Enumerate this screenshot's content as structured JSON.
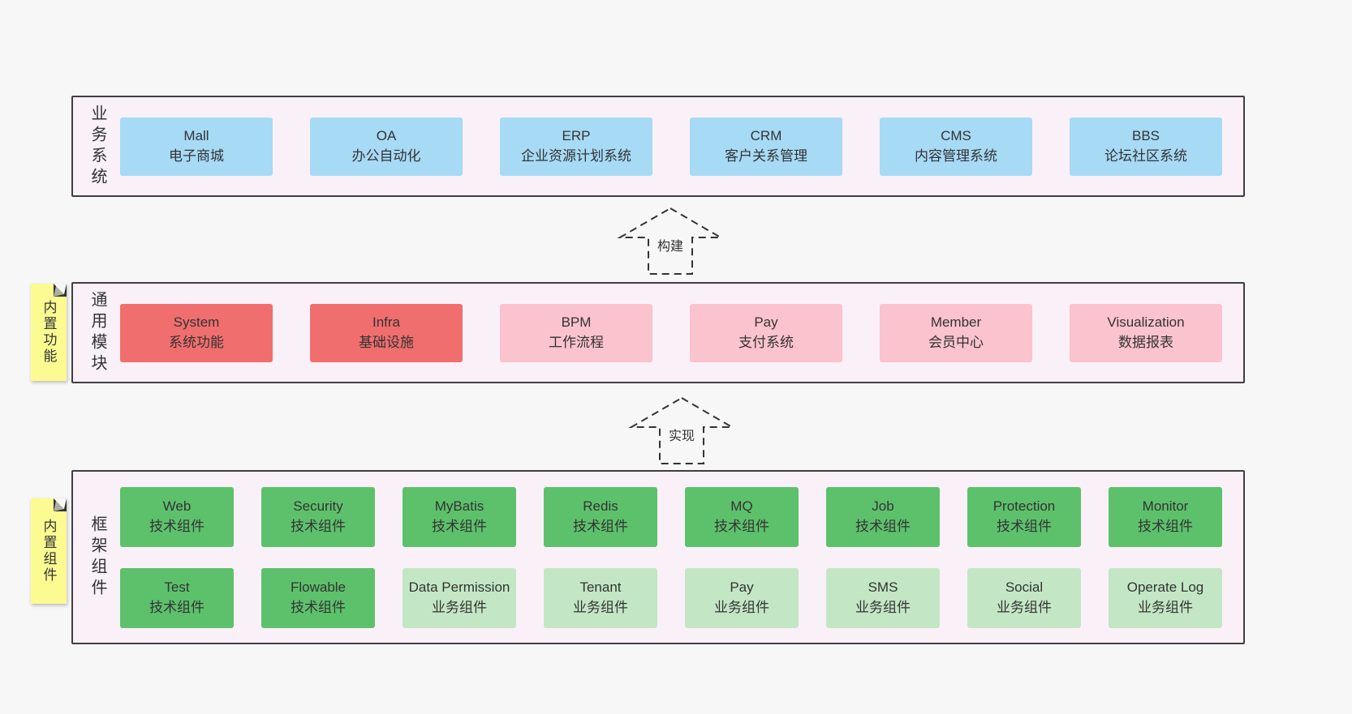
{
  "colors": {
    "page_bg": "#f7f7f7",
    "band_bg": "#faf0f8",
    "blue": "#a7daf5",
    "red": "#f16e6e",
    "pink": "#fac3cd",
    "green": "#5dc16c",
    "green_light": "#c3e7c4",
    "note_yellow": "#fbfb92"
  },
  "notes": [
    {
      "text": "内置功能"
    },
    {
      "text": "内置组件"
    }
  ],
  "arrows": [
    {
      "label": "构建"
    },
    {
      "label": "实现"
    }
  ],
  "bands": [
    {
      "label": "业务系统",
      "items": [
        {
          "name": "Mall",
          "desc": "电子商城"
        },
        {
          "name": "OA",
          "desc": "办公自动化"
        },
        {
          "name": "ERP",
          "desc": "企业资源计划系统"
        },
        {
          "name": "CRM",
          "desc": "客户关系管理"
        },
        {
          "name": "CMS",
          "desc": "内容管理系统"
        },
        {
          "name": "BBS",
          "desc": "论坛社区系统"
        }
      ]
    },
    {
      "label": "通用模块",
      "items": [
        {
          "name": "System",
          "desc": "系统功能"
        },
        {
          "name": "Infra",
          "desc": "基础设施"
        },
        {
          "name": "BPM",
          "desc": "工作流程"
        },
        {
          "name": "Pay",
          "desc": "支付系统"
        },
        {
          "name": "Member",
          "desc": "会员中心"
        },
        {
          "name": "Visualization",
          "desc": "数据报表"
        }
      ]
    },
    {
      "label": "框架组件",
      "rows": [
        [
          {
            "name": "Web",
            "desc": "技术组件"
          },
          {
            "name": "Security",
            "desc": "技术组件"
          },
          {
            "name": "MyBatis",
            "desc": "技术组件"
          },
          {
            "name": "Redis",
            "desc": "技术组件"
          },
          {
            "name": "MQ",
            "desc": "技术组件"
          },
          {
            "name": "Job",
            "desc": "技术组件"
          },
          {
            "name": "Protection",
            "desc": "技术组件"
          },
          {
            "name": "Monitor",
            "desc": "技术组件"
          }
        ],
        [
          {
            "name": "Test",
            "desc": "技术组件"
          },
          {
            "name": "Flowable",
            "desc": "技术组件"
          },
          {
            "name": "Data Permission",
            "desc": "业务组件"
          },
          {
            "name": "Tenant",
            "desc": "业务组件"
          },
          {
            "name": "Pay",
            "desc": "业务组件"
          },
          {
            "name": "SMS",
            "desc": "业务组件"
          },
          {
            "name": "Social",
            "desc": "业务组件"
          },
          {
            "name": "Operate Log",
            "desc": "业务组件"
          }
        ]
      ]
    }
  ]
}
